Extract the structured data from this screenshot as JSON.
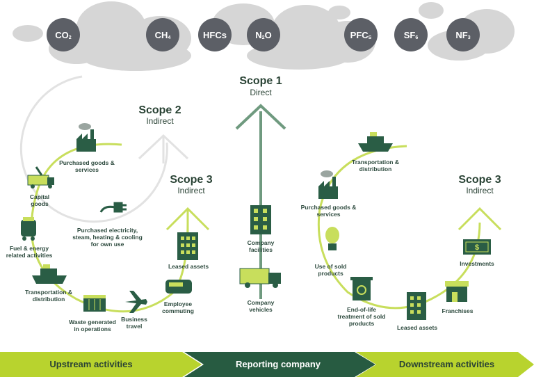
{
  "gases": [
    {
      "name": "CO",
      "sub": "2"
    },
    {
      "name": "CH",
      "sub": "4"
    },
    {
      "name": "HFCs",
      "sub": ""
    },
    {
      "name": "N",
      "sub": "2",
      "after": "O"
    },
    {
      "name": "PFC",
      "sub": "S"
    },
    {
      "name": "SF",
      "sub": "6"
    },
    {
      "name": "NF",
      "sub": "3"
    }
  ],
  "scopes": {
    "scope1": {
      "title": "Scope 1",
      "sub": "Direct"
    },
    "scope2": {
      "title": "Scope 2",
      "sub": "Indirect"
    },
    "scope3_up": {
      "title": "Scope 3",
      "sub": "Indirect"
    },
    "scope3_down": {
      "title": "Scope 3",
      "sub": "Indirect"
    }
  },
  "upstream": {
    "purchased_goods": "Purchased goods & services",
    "capital_goods": "Capital goods",
    "fuel_energy": "Fuel & energy related activities",
    "transport": "Transportation & distribution",
    "waste": "Waste generated in operations",
    "business_travel": "Business travel",
    "employee_commuting": "Employee commuting",
    "leased_assets": "Leased assets",
    "purchased_electricity": "Purchased electricity, steam, heating & cooling for own use"
  },
  "company": {
    "facilities": "Company facilities",
    "vehicles": "Company vehicles"
  },
  "downstream": {
    "transport": "Transportation & distribution",
    "purchased_goods": "Purchased goods & services",
    "use_sold": "Use of sold products",
    "end_of_life": "End-of-life treatment of sold products",
    "leased_assets": "Leased assets",
    "franchises": "Franchises",
    "investments": "Investments"
  },
  "bar": {
    "upstream": "Upstream activities",
    "reporting": "Reporting company",
    "downstream": "Downstream activities"
  },
  "colors": {
    "dark_green": "#2a5d45",
    "lime": "#b5d334",
    "grey_cloud": "#d9d9d9",
    "gas_circle": "#5c5f66"
  }
}
